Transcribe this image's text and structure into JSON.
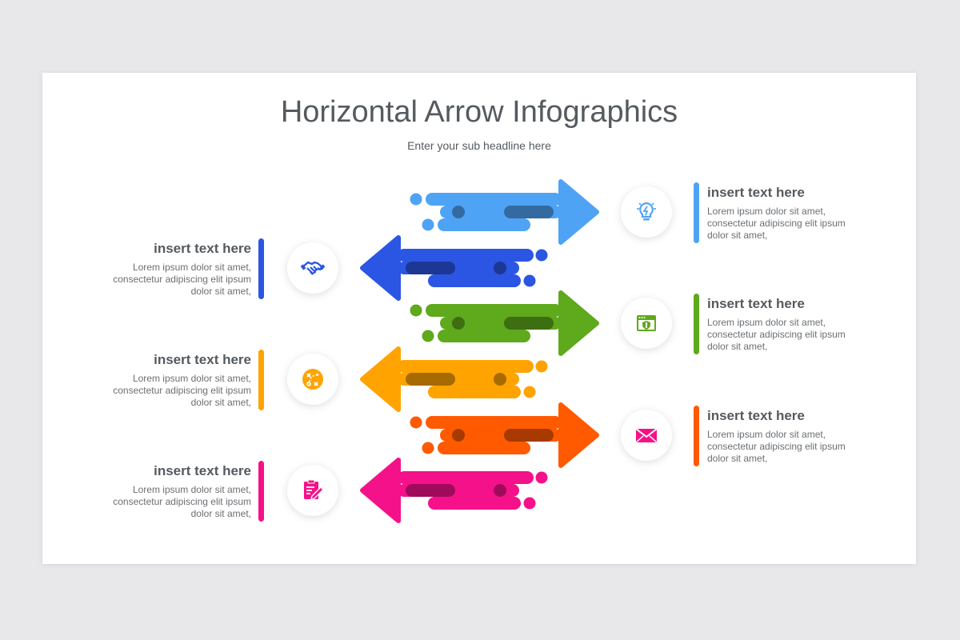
{
  "title": "Horizontal Arrow Infographics",
  "subtitle": "Enter your sub headline here",
  "items": [
    {
      "side": "right",
      "color": "#4fa3f5",
      "icon": "lightbulb-icon",
      "heading": "insert text here",
      "body": "Lorem ipsum dolor sit amet, consectetur adipiscing elit ipsum dolor sit amet,"
    },
    {
      "side": "left",
      "color": "#2b55e3",
      "icon": "handshake-icon",
      "heading": "insert text here",
      "body": "Lorem ipsum dolor sit amet, consectetur adipiscing elit ipsum dolor sit amet,"
    },
    {
      "side": "right",
      "color": "#5ea91c",
      "icon": "browser-shield-icon",
      "heading": "insert text here",
      "body": "Lorem ipsum dolor sit amet, consectetur adipiscing elit ipsum dolor sit amet,"
    },
    {
      "side": "left",
      "color": "#ffa300",
      "icon": "strategy-icon",
      "heading": "insert text here",
      "body": "Lorem ipsum dolor sit amet, consectetur adipiscing elit ipsum dolor sit amet,"
    },
    {
      "side": "right",
      "color": "#ff5a00",
      "icon": "envelope-icon",
      "heading": "insert text here",
      "body": "Lorem ipsum dolor sit amet, consectetur adipiscing elit ipsum dolor sit amet,"
    },
    {
      "side": "left",
      "color": "#f5118a",
      "icon": "edit-document-icon",
      "heading": "insert text here",
      "body": "Lorem ipsum dolor sit amet, consectetur adipiscing elit ipsum dolor sit amet,"
    }
  ]
}
